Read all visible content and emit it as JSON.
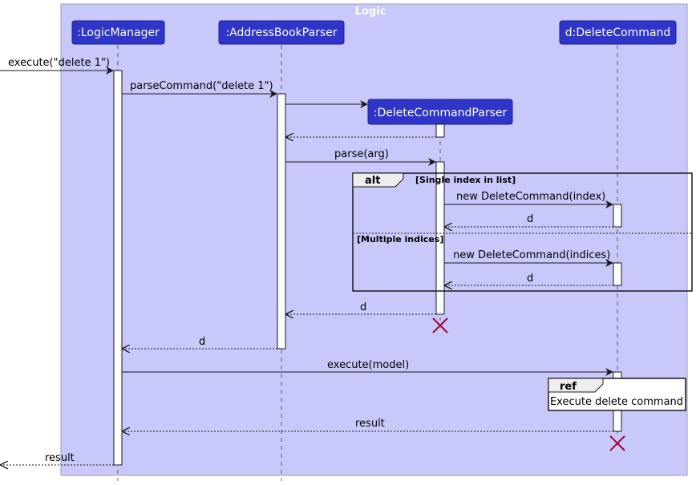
{
  "frame": {
    "title": "Logic",
    "fill": "#C8C8FA",
    "stroke": "#9A9AB4"
  },
  "participants": [
    {
      "id": "lm",
      "label": ":LogicManager"
    },
    {
      "id": "abp",
      "label": ":AddressBookParser"
    },
    {
      "id": "dcp",
      "label": ":DeleteCommandParser"
    },
    {
      "id": "dc",
      "label": "d:DeleteCommand"
    }
  ],
  "messages": [
    {
      "id": "m1",
      "label": "execute(\"delete 1\")"
    },
    {
      "id": "m2",
      "label": "parseCommand(\"delete 1\")"
    },
    {
      "id": "m3",
      "label": ""
    },
    {
      "id": "m4",
      "label": ""
    },
    {
      "id": "m5",
      "label": "parse(arg)"
    },
    {
      "id": "m6",
      "label": "new DeleteCommand(index)"
    },
    {
      "id": "m7",
      "label": "d"
    },
    {
      "id": "m8",
      "label": "new DeleteCommand(indices)"
    },
    {
      "id": "m9",
      "label": "d"
    },
    {
      "id": "m10",
      "label": "d"
    },
    {
      "id": "m11",
      "label": "d"
    },
    {
      "id": "m12",
      "label": "execute(model)"
    },
    {
      "id": "m13",
      "label": "result"
    },
    {
      "id": "m14",
      "label": "result"
    }
  ],
  "alt": {
    "keyword": "alt",
    "guard1": "[Single index in list]",
    "guard2": "[Multiple indices]"
  },
  "ref": {
    "keyword": "ref",
    "text": "Execute delete command"
  },
  "colors": {
    "participant_fill": "#2E35C8",
    "participant_stroke": "#1A1E8C",
    "participant_text": "#FFFFFF",
    "destroy": "#A80036",
    "line": "#181818"
  }
}
